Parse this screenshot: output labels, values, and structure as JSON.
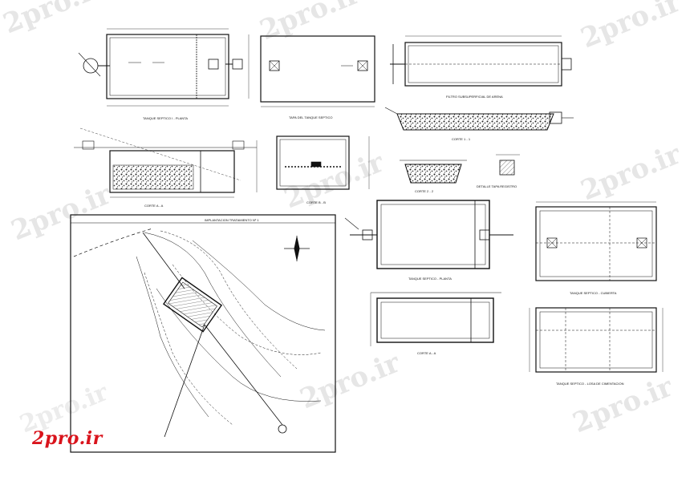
{
  "brand": {
    "logo_text": "2pro.ir",
    "watermark": "2pro.ir",
    "logo_color": "#d9141c"
  },
  "drawings": {
    "tanque1_planta": "TANQUE SEPTICO I - PLANTA",
    "tapa": "TAPA DEL TANQUE SEPTICO",
    "filtro": "FILTRO SUBSUPERFICIAL DE ARENA",
    "corte_aa_top": "CORTE A - A",
    "corte_bb": "CORTE B - B",
    "corte_11": "CORTE 1 - 1",
    "corte_22": "CORTE 2 - 2",
    "detalle": "DETALLE TAPA REGISTRO",
    "implantacion": "IMPLANTACION TRATAMIENTO Nº 1",
    "tanque_planta": "TANQUE SEPTICO - PLANTA",
    "cubierta": "TANQUE SEPTICO - CUBIERTA",
    "corte_aa": "CORTE A - A",
    "losa": "TANQUE SEPTICO - LOSA DE CIMENTACION"
  }
}
